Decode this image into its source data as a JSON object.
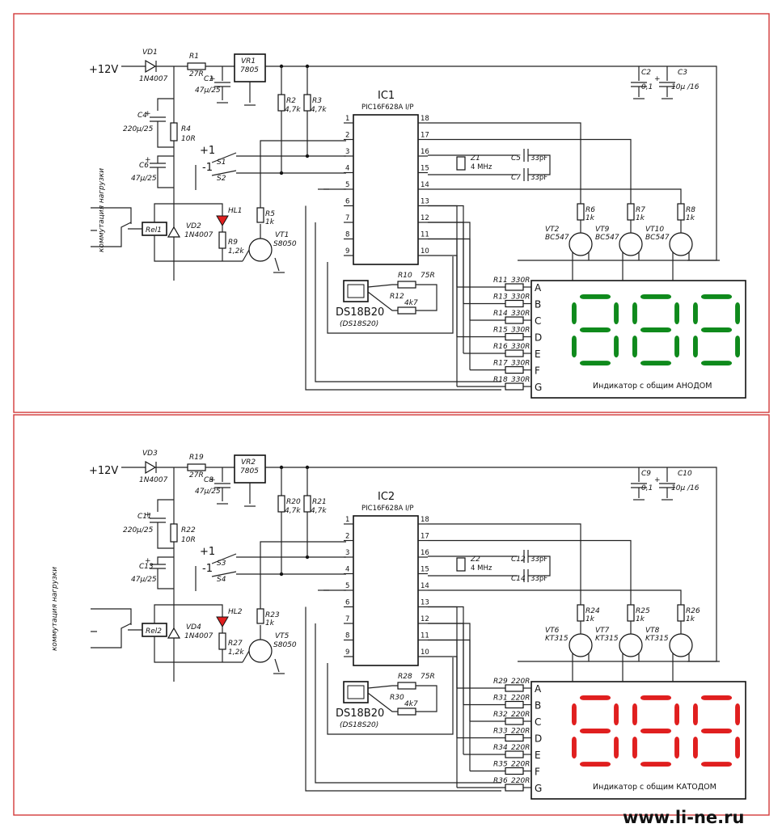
{
  "colors": {
    "frame": "#d23a3a",
    "green_seg": "#0f8a1c",
    "red_seg": "#e01f1f",
    "caption": "#cc1111",
    "led": "#e01f1f",
    "watermark": "#b8b8b8"
  },
  "watermark": "www.li-ne.ru",
  "circuits": [
    {
      "supply": "+12V",
      "diode": {
        "ref": "VD1",
        "val": "1N4007"
      },
      "r_in": {
        "ref": "R1",
        "val": "27R"
      },
      "reg": {
        "ref": "VR1",
        "val": "7805"
      },
      "c_reg": {
        "ref": "C1",
        "val": "47µ/25"
      },
      "c_a": {
        "ref": "C2",
        "val": "0,1"
      },
      "c_b": {
        "ref": "C3",
        "val": "10µ /16"
      },
      "r_pull1": {
        "ref": "R2",
        "val": "4,7k"
      },
      "r_pull2": {
        "ref": "R3",
        "val": "4,7k"
      },
      "c4": {
        "ref": "C4",
        "val": "220µ/25"
      },
      "r4": {
        "ref": "R4",
        "val": "10R"
      },
      "c6": {
        "ref": "C6",
        "val": "47µ/25"
      },
      "load_label": "коммутация нагрузки",
      "relay": "Rel1",
      "vd2": {
        "ref": "VD2",
        "val": "1N4007"
      },
      "led": "HL1",
      "r9": {
        "ref": "R9",
        "val": "1,2k"
      },
      "r5": {
        "ref": "R5",
        "val": "1k"
      },
      "vt1": {
        "ref": "VT1",
        "val": "S8050"
      },
      "plus_label": "+1",
      "minus_label": "-1",
      "s_a": "S1",
      "s_b": "S2",
      "ic": {
        "ref": "IC1",
        "model": "PIC16F628A I/P",
        "left_pins": [
          "1",
          "2",
          "3",
          "4",
          "5",
          "6",
          "7",
          "8",
          "9"
        ],
        "right_pins": [
          "18",
          "17",
          "16",
          "15",
          "14",
          "13",
          "12",
          "11",
          "10"
        ]
      },
      "crystal": {
        "ref": "Z1",
        "val": "4 MHz"
      },
      "c_x1": {
        "ref": "C5",
        "val": "33pF"
      },
      "c_x2": {
        "ref": "C7",
        "val": "33pF"
      },
      "sensor": {
        "name": "DS18B20",
        "alt": "(DS18S20)"
      },
      "r10": {
        "ref": "R10",
        "val": "75R"
      },
      "r12": {
        "ref": "R12",
        "val": "4k7"
      },
      "transistors": [
        {
          "ref": "VT2",
          "val": "BC547"
        },
        {
          "ref": "VT9",
          "val": "BC547"
        },
        {
          "ref": "VT10",
          "val": "BC547"
        }
      ],
      "base_res": [
        {
          "ref": "R6",
          "val": "1k"
        },
        {
          "ref": "R7",
          "val": "1k"
        },
        {
          "ref": "R8",
          "val": "1k"
        }
      ],
      "seg_res": [
        {
          "ref": "R11",
          "val": "330R"
        },
        {
          "ref": "R13",
          "val": "330R"
        },
        {
          "ref": "R14",
          "val": "330R"
        },
        {
          "ref": "R15",
          "val": "330R"
        },
        {
          "ref": "R16",
          "val": "330R"
        },
        {
          "ref": "R17",
          "val": "330R"
        },
        {
          "ref": "R18",
          "val": "330R"
        }
      ],
      "seg_letters": [
        "A",
        "B",
        "C",
        "D",
        "E",
        "F",
        "G"
      ],
      "display_caption": "Индикатор с общим АНОДОМ"
    },
    {
      "supply": "+12V",
      "diode": {
        "ref": "VD3",
        "val": "1N4007"
      },
      "r_in": {
        "ref": "R19",
        "val": "27R"
      },
      "reg": {
        "ref": "VR2",
        "val": "7805"
      },
      "c_reg": {
        "ref": "C8",
        "val": "47µ/25"
      },
      "c_a": {
        "ref": "C9",
        "val": "0,1"
      },
      "c_b": {
        "ref": "C10",
        "val": "10µ /16"
      },
      "r_pull1": {
        "ref": "R20",
        "val": "4,7k"
      },
      "r_pull2": {
        "ref": "R21",
        "val": "4,7k"
      },
      "c4": {
        "ref": "C11",
        "val": "220µ/25"
      },
      "r4": {
        "ref": "R22",
        "val": "10R"
      },
      "c6": {
        "ref": "C13",
        "val": "47µ/25"
      },
      "load_label": "коммутация нагрузки",
      "relay": "Rel2",
      "vd2": {
        "ref": "VD4",
        "val": "1N4007"
      },
      "led": "HL2",
      "r9": {
        "ref": "R27",
        "val": "1,2k"
      },
      "r5": {
        "ref": "R23",
        "val": "1k"
      },
      "vt1": {
        "ref": "VT5",
        "val": "S8050"
      },
      "plus_label": "+1",
      "minus_label": "-1",
      "s_a": "S3",
      "s_b": "S4",
      "ic": {
        "ref": "IC2",
        "model": "PIC16F628A I/P",
        "left_pins": [
          "1",
          "2",
          "3",
          "4",
          "5",
          "6",
          "7",
          "8",
          "9"
        ],
        "right_pins": [
          "18",
          "17",
          "16",
          "15",
          "14",
          "13",
          "12",
          "11",
          "10"
        ]
      },
      "crystal": {
        "ref": "Z2",
        "val": "4 MHz"
      },
      "c_x1": {
        "ref": "C12",
        "val": "33pF"
      },
      "c_x2": {
        "ref": "C14",
        "val": "33pF"
      },
      "sensor": {
        "name": "DS18B20",
        "alt": "(DS18S20)"
      },
      "r10": {
        "ref": "R28",
        "val": "75R"
      },
      "r12": {
        "ref": "R30",
        "val": "4k7"
      },
      "transistors": [
        {
          "ref": "VT6",
          "val": "KT315"
        },
        {
          "ref": "VT7",
          "val": "KT315"
        },
        {
          "ref": "VT8",
          "val": "KT315"
        }
      ],
      "base_res": [
        {
          "ref": "R24",
          "val": "1k"
        },
        {
          "ref": "R25",
          "val": "1k"
        },
        {
          "ref": "R26",
          "val": "1k"
        }
      ],
      "seg_res": [
        {
          "ref": "R29",
          "val": "220R"
        },
        {
          "ref": "R31",
          "val": "220R"
        },
        {
          "ref": "R32",
          "val": "220R"
        },
        {
          "ref": "R33",
          "val": "220R"
        },
        {
          "ref": "R34",
          "val": "220R"
        },
        {
          "ref": "R35",
          "val": "220R"
        },
        {
          "ref": "R36",
          "val": "220R"
        }
      ],
      "seg_letters": [
        "A",
        "B",
        "C",
        "D",
        "E",
        "F",
        "G"
      ],
      "display_caption": "Индикатор с общим КАТОДОМ"
    }
  ]
}
